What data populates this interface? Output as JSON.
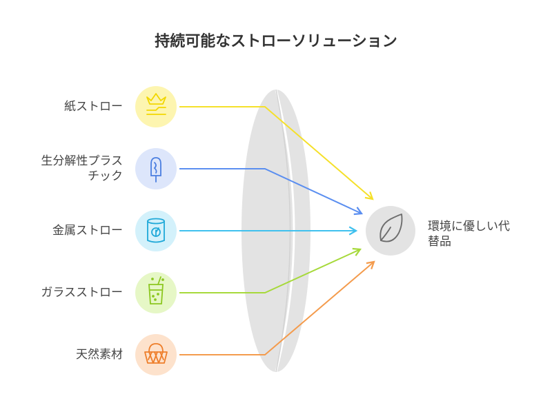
{
  "title": "持続可能なストローソリューション",
  "inputs": [
    {
      "label": "紙ストロー",
      "icon": "paper-boat-icon",
      "circle": "#fdf5b0",
      "color": "#f2d700",
      "line": "#f5e02a"
    },
    {
      "label": "生分解性プラスチック",
      "icon": "popsicle-icon",
      "circle": "#dde6fb",
      "color": "#4a7ee0",
      "line": "#5a8ef0"
    },
    {
      "label": "金属ストロー",
      "icon": "metal-cup-icon",
      "circle": "#d3f1fb",
      "color": "#1fa8d8",
      "line": "#3fc0ee"
    },
    {
      "label": "ガラスストロー",
      "icon": "glass-drink-icon",
      "circle": "#e6f7c6",
      "color": "#8cc720",
      "line": "#a6d93a"
    },
    {
      "label": "天然素材",
      "icon": "basket-icon",
      "circle": "#fde2cc",
      "color": "#ee7e2a",
      "line": "#f49b4c"
    }
  ],
  "output": {
    "label": "環境に優しい代替品",
    "icon": "leaf-icon"
  }
}
